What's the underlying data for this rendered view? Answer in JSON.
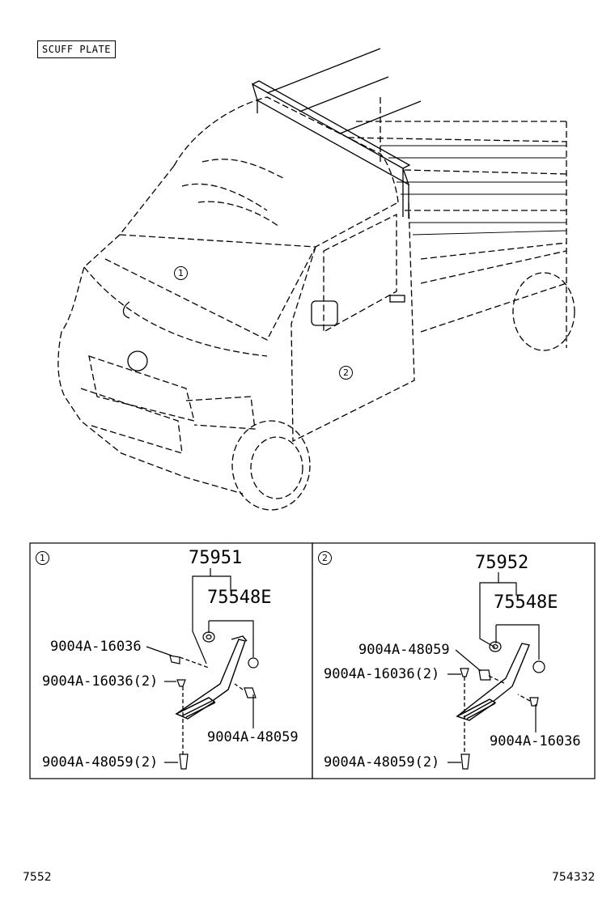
{
  "title": "SCUFF PLATE",
  "truck": {
    "callout_1": "1",
    "callout_2": "2"
  },
  "panel_left": {
    "callout": "1",
    "main_part": "75951",
    "sub_part": "75548E",
    "labels": [
      "9004A-16036",
      "9004A-16036(2)",
      "9004A-48059",
      "9004A-48059(2)"
    ]
  },
  "panel_right": {
    "callout": "2",
    "main_part": "75952",
    "sub_part": "75548E",
    "labels": [
      "9004A-48059",
      "9004A-16036(2)",
      "9004A-16036",
      "9004A-48059(2)"
    ]
  },
  "footer": {
    "left": "7552",
    "right": "754332"
  }
}
